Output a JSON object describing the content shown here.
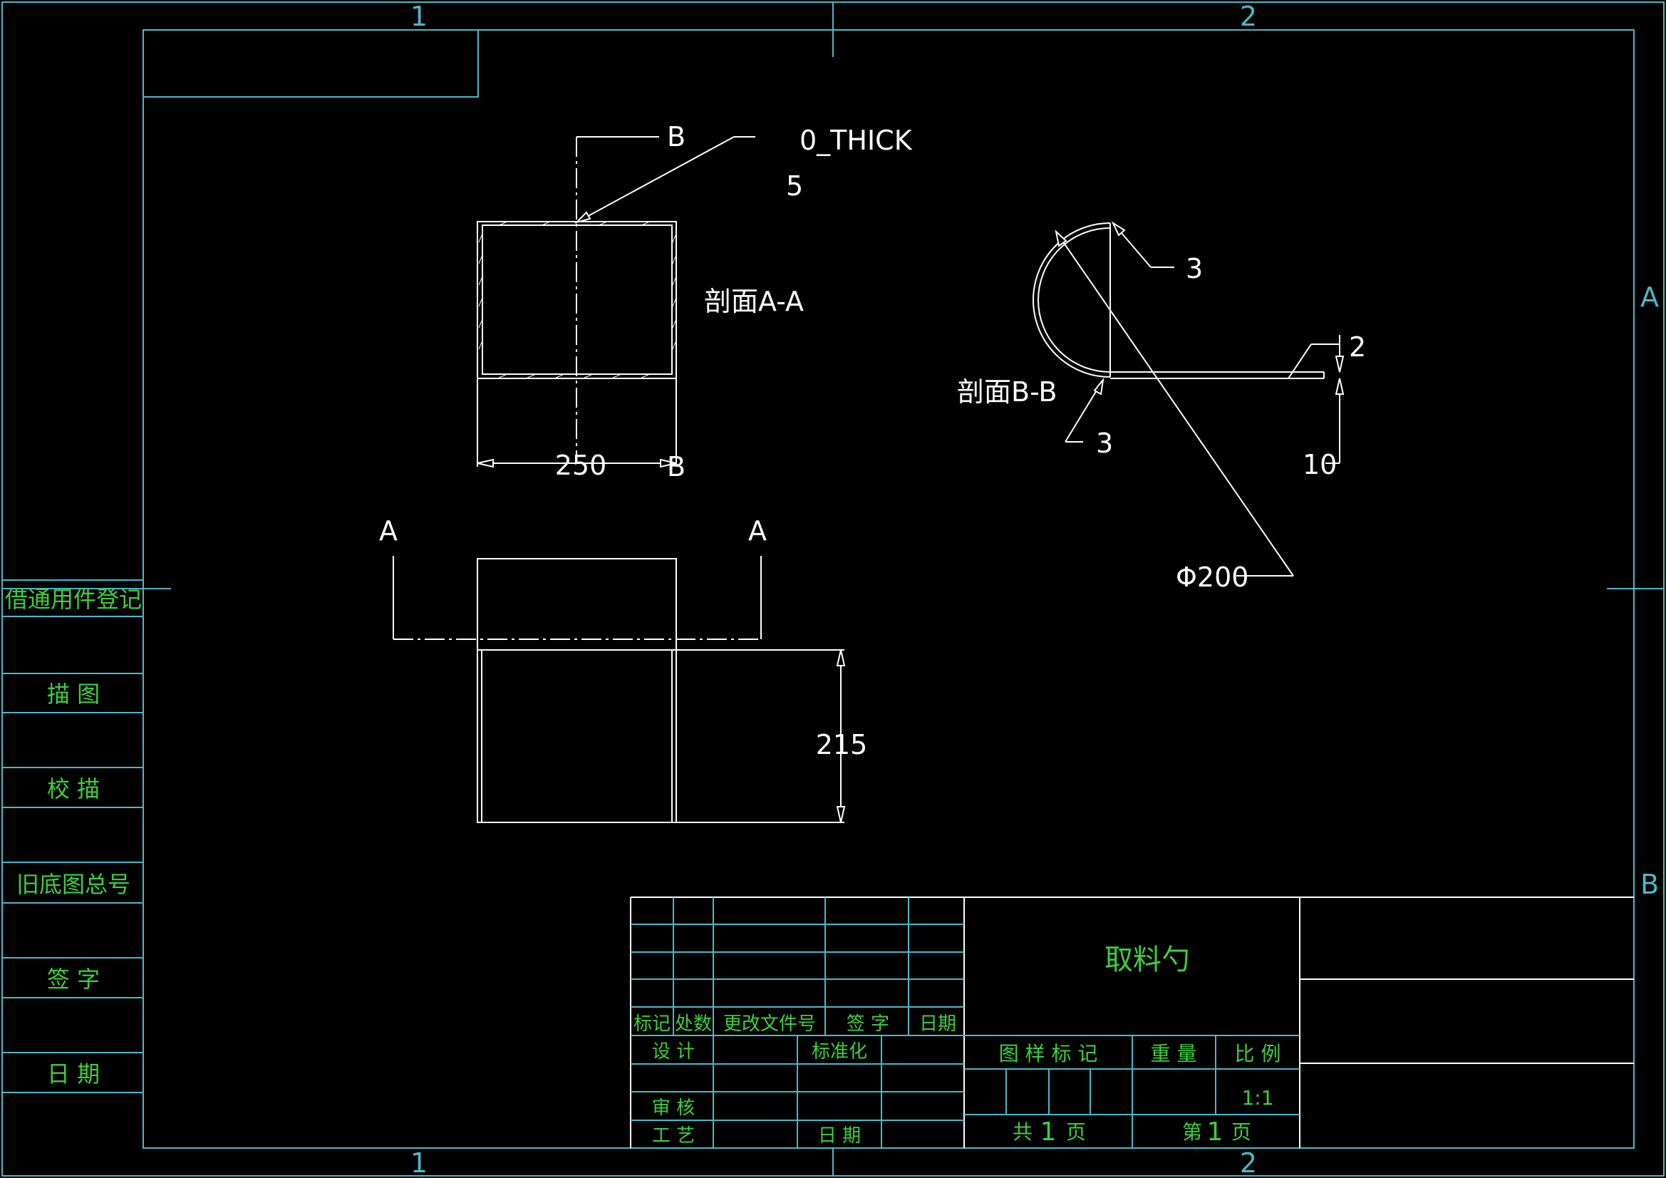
{
  "colors": {
    "background": "#000000",
    "geometry": "#ffffff",
    "frame": "#4db8c8",
    "text_green": "#3ecf3e"
  },
  "zones": {
    "top_1": "1",
    "top_2": "2",
    "bottom_1": "1",
    "bottom_2": "2",
    "right_A": "A",
    "right_B": "B"
  },
  "view_aa": {
    "label": "剖面A-A",
    "width_dim": "250",
    "cut_label_top": "B",
    "cut_label_bottom": "B",
    "thickness_note": "0_THICK",
    "thickness_value": "5"
  },
  "view_bb": {
    "label": "剖面B-B",
    "radius_top": "3",
    "radius_bottom": "3",
    "dim_gap": "2",
    "dim_height": "10",
    "diameter": "Φ200"
  },
  "front_view": {
    "section_left": "A",
    "section_right": "A",
    "height_dim": "215"
  },
  "side_table": {
    "rows": [
      "借通用件登记",
      "描  图",
      "校  描",
      "旧底图总号",
      "签  字",
      "日  期"
    ]
  },
  "title_block": {
    "rev_headers": [
      "标记",
      "处数",
      "更改文件号",
      "签 字",
      "日期"
    ],
    "design": "设 计",
    "standardization": "标准化",
    "review": "审 核",
    "process": "工 艺",
    "date": "日 期",
    "part_name": "取料勺",
    "pattern_mark": "图 样 标 记",
    "weight": "重 量",
    "scale_label": "比 例",
    "scale_value": "1:1",
    "total_prefix": "共",
    "total_pages": "1",
    "total_suffix": "页",
    "page_prefix": "第",
    "page_number": "1",
    "page_suffix": "页"
  }
}
